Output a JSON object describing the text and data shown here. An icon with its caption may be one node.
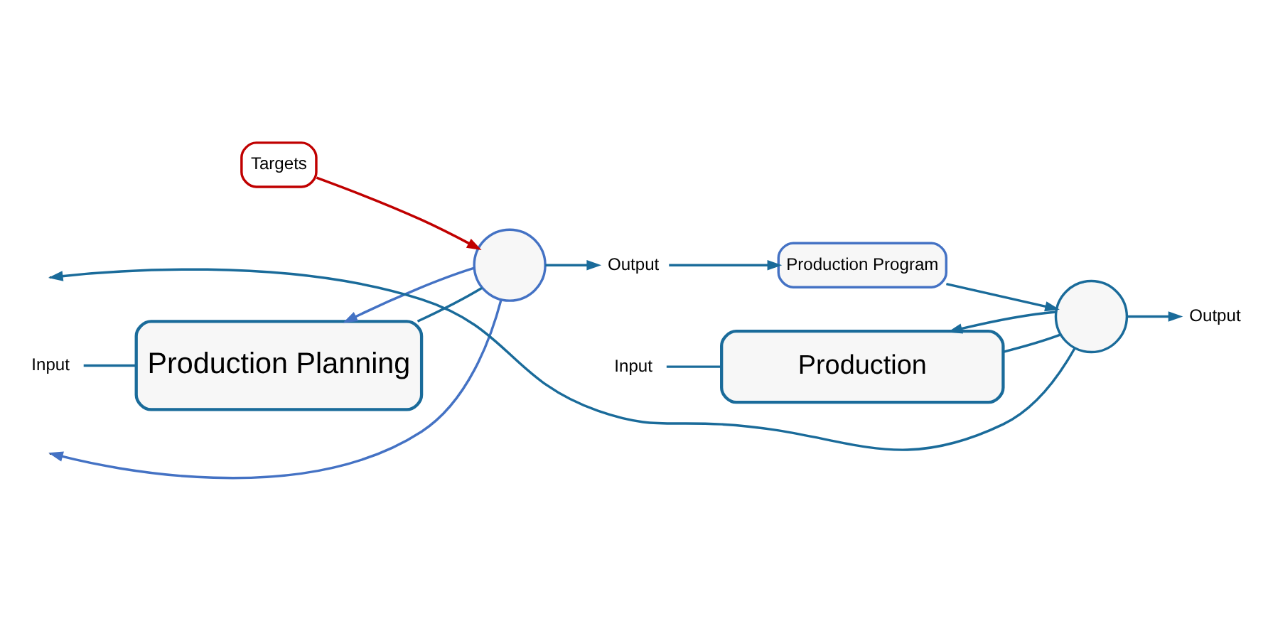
{
  "diagram": {
    "nodes": [
      {
        "text": [
          "Targets"
        ]
      },
      {
        "text": [
          "Input"
        ]
      },
      {
        "text": [
          "Production Planning"
        ]
      },
      {
        "text": [],
        "shape": "circle"
      },
      {
        "text": [
          "Output"
        ]
      },
      {
        "text": [
          "Production Program"
        ]
      },
      {
        "text": [
          "Input"
        ]
      },
      {
        "text": [
          "Production"
        ]
      },
      {
        "text": [],
        "shape": "circle"
      },
      {
        "text": [
          "Output"
        ]
      }
    ],
    "edges": [
      {
        "from": 0,
        "to": 3,
        "arrow": "to",
        "color": "#c00000"
      },
      {
        "from": 1,
        "to": 2,
        "arrow": "none"
      },
      {
        "from": 3,
        "to": 2,
        "arrow": "to",
        "color": "#4472c4"
      },
      {
        "from": 3,
        "to": null,
        "arrow": "to",
        "color": "#4472c4"
      },
      {
        "from": 2,
        "to": 3,
        "arrow": "none"
      },
      {
        "from": 3,
        "to": 4,
        "arrow": "to"
      },
      {
        "from": 4,
        "to": 5,
        "arrow": "to"
      },
      {
        "from": 5,
        "to": 8,
        "arrow": "to"
      },
      {
        "from": 6,
        "to": 7,
        "arrow": "none"
      },
      {
        "from": 7,
        "to": 8,
        "arrow": "none"
      },
      {
        "from": 8,
        "to": 9,
        "arrow": "to"
      },
      {
        "from": 8,
        "to": 7,
        "arrow": "to"
      },
      {
        "from": 8,
        "to": null,
        "arrow": "to"
      }
    ]
  }
}
